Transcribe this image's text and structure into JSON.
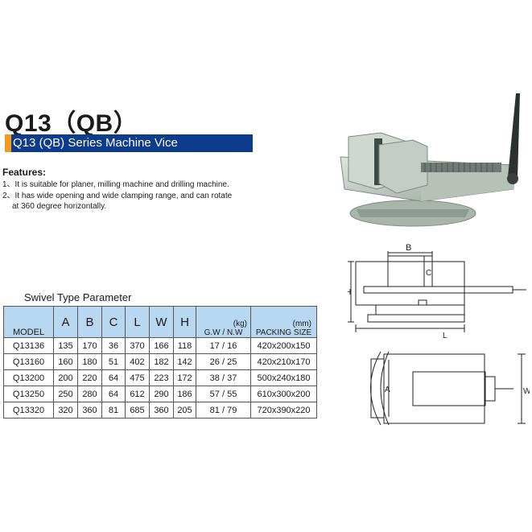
{
  "header": {
    "title": "Q13（QB）",
    "banner": "Q13 (QB) Series Machine Vice"
  },
  "features": {
    "heading": "Features:",
    "items": [
      "1、It is suitable for planer, milling machine and drilling machine.",
      "2、It has wide opening and wide clamping range, and can rotate",
      "at 360 degree horizontally."
    ]
  },
  "table": {
    "caption": "Swivel Type Parameter",
    "headers": {
      "model": "MODEL",
      "a": "A",
      "b": "B",
      "c": "C",
      "l": "L",
      "w": "W",
      "h": "H",
      "weight_unit": "(kg)",
      "weight": "G.W / N.W",
      "packing_unit": "(mm)",
      "packing": "PACKING SIZE"
    },
    "rows": [
      [
        "Q13136",
        "135",
        "170",
        "36",
        "370",
        "166",
        "118",
        "17 / 16",
        "420x200x150"
      ],
      [
        "Q13160",
        "160",
        "180",
        "51",
        "402",
        "182",
        "142",
        "26 / 25",
        "420x210x170"
      ],
      [
        "Q13200",
        "200",
        "220",
        "64",
        "475",
        "223",
        "172",
        "38 / 37",
        "500x240x180"
      ],
      [
        "Q13250",
        "250",
        "280",
        "64",
        "612",
        "290",
        "186",
        "57 / 55",
        "610x300x200"
      ],
      [
        "Q13320",
        "320",
        "360",
        "81",
        "685",
        "360",
        "205",
        "81 / 79",
        "720x390x220"
      ]
    ]
  },
  "drawing": {
    "label_b": "B",
    "label_c": "C",
    "label_h": "H",
    "label_l": "L",
    "label_a": "A",
    "label_w": "W"
  },
  "colors": {
    "banner": "#0e3c8c",
    "banner_accent": "#f39a1e",
    "table_header": "#b8d7f1"
  }
}
